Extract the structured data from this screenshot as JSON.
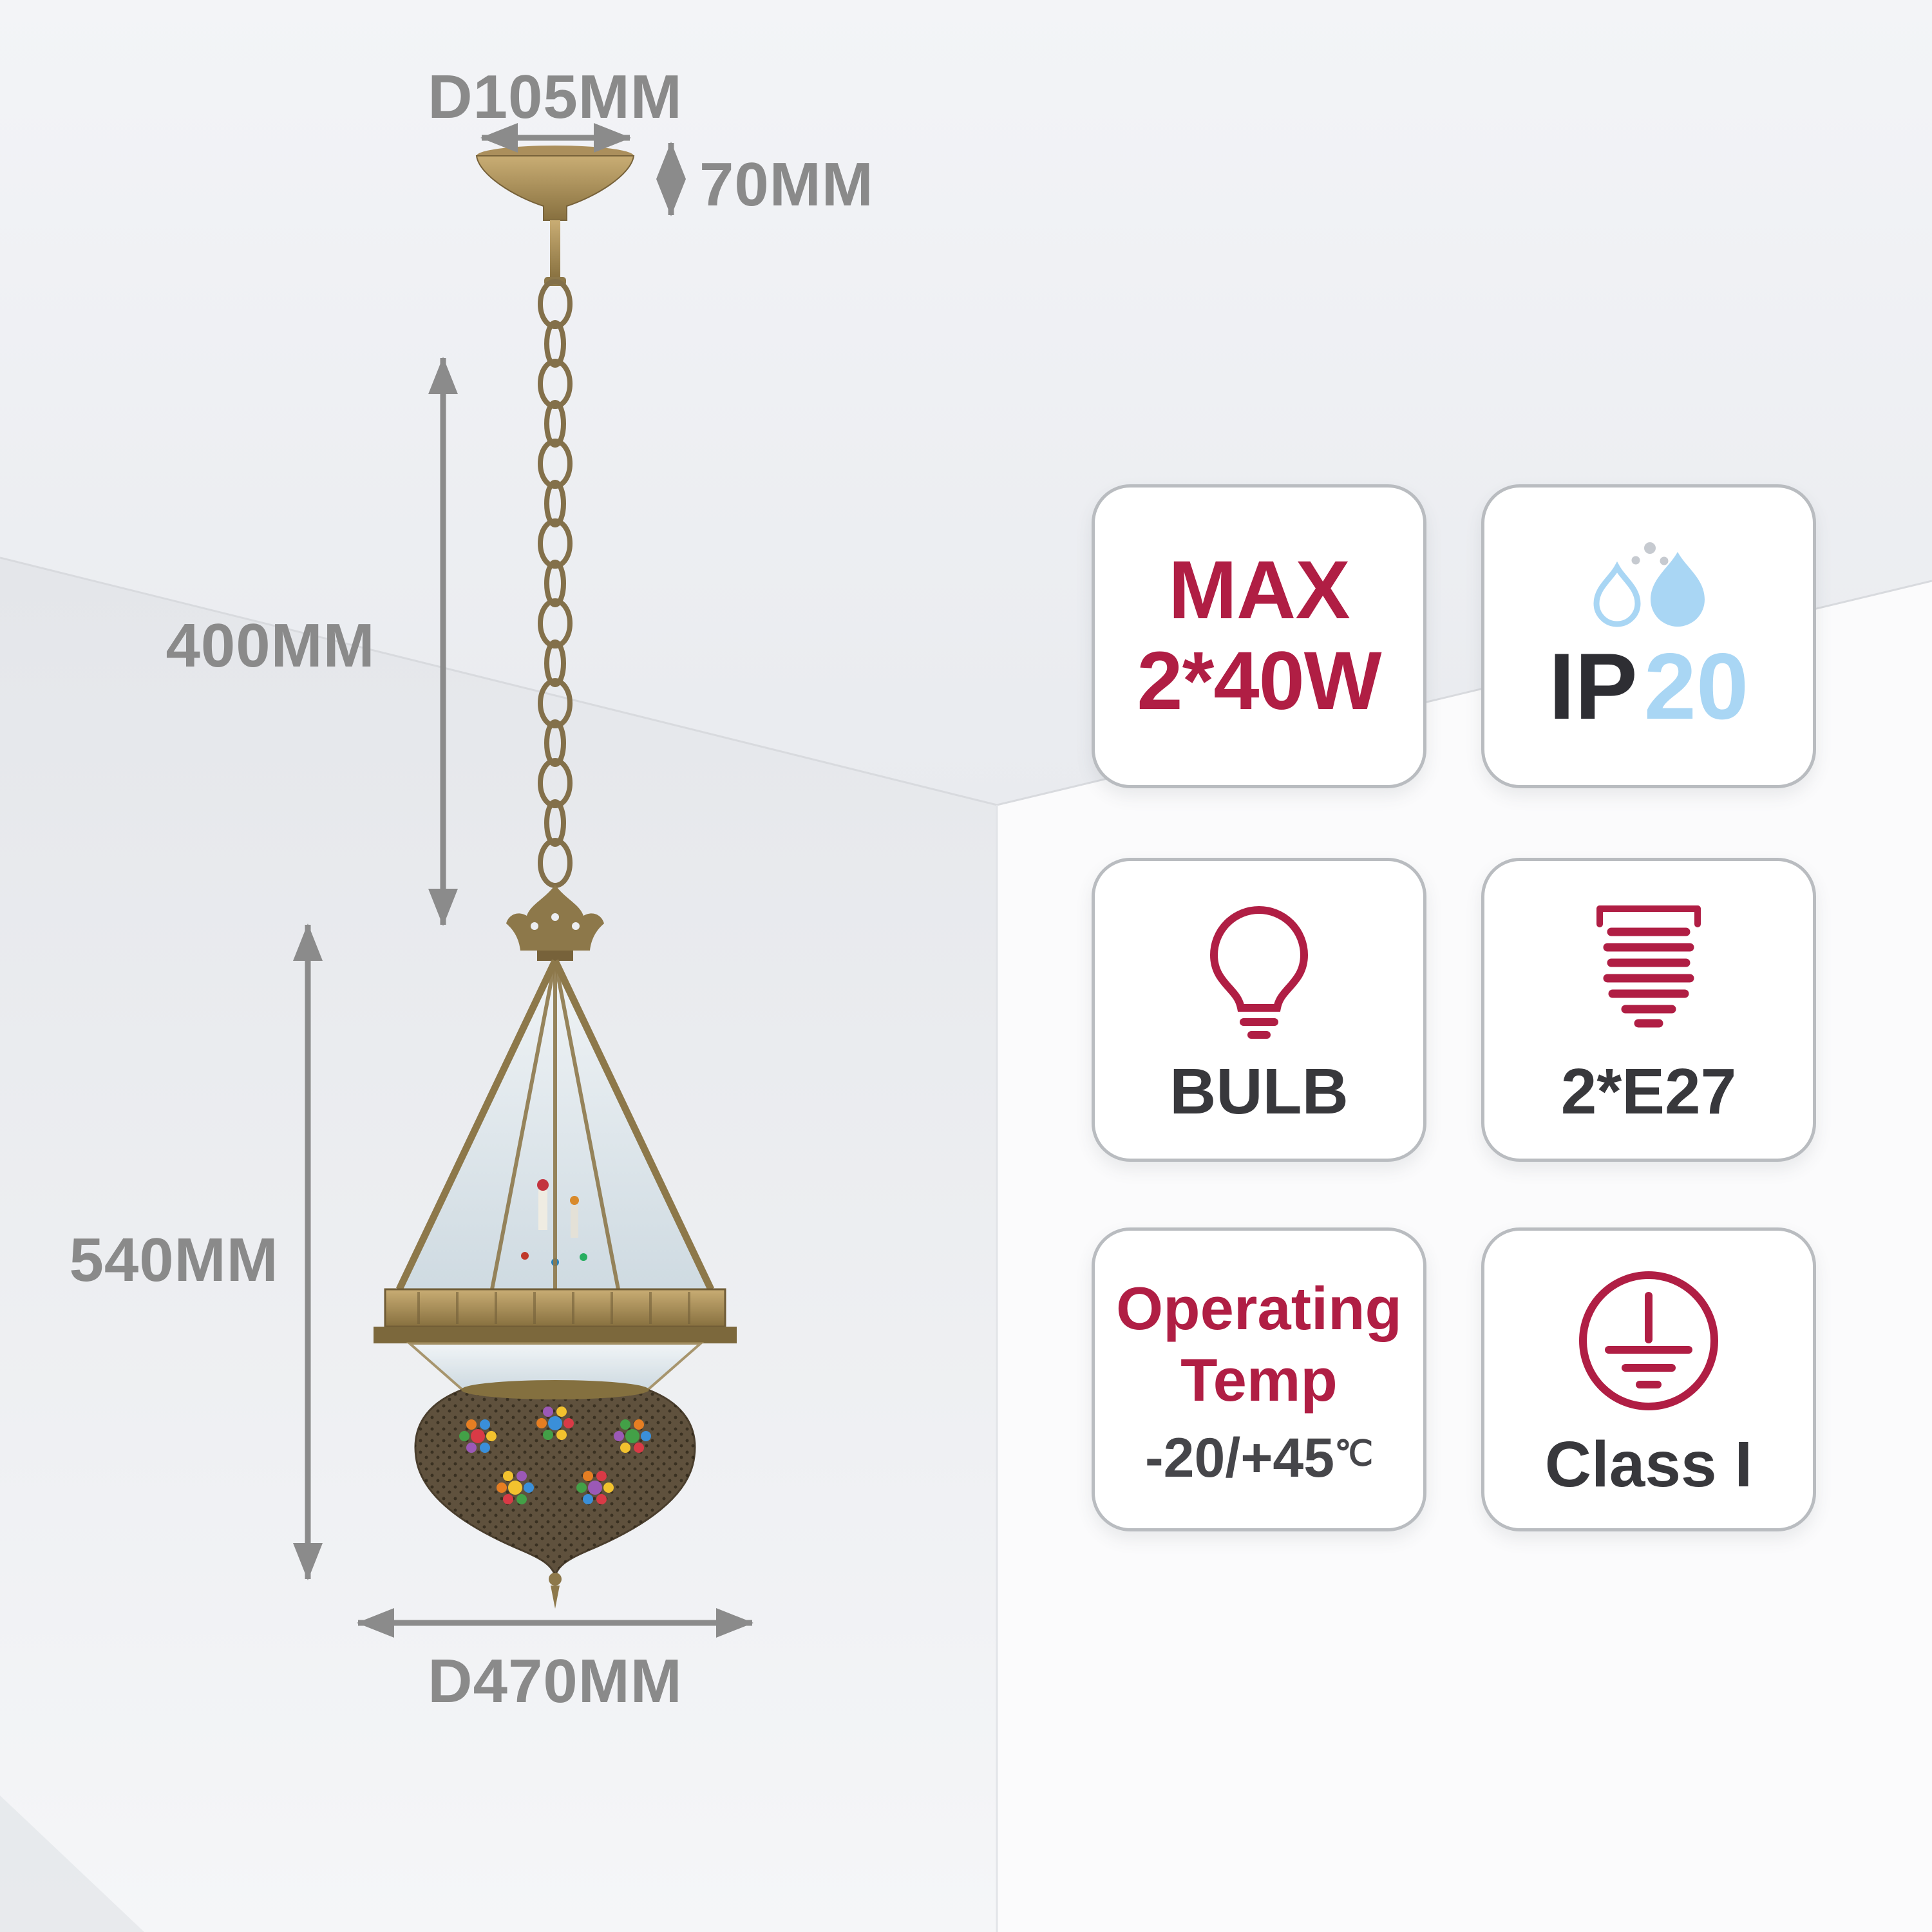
{
  "dimensions": {
    "canopy_diameter": "D105MM",
    "canopy_height": "70MM",
    "suspension_length": "400MM",
    "lamp_height": "540MM",
    "lamp_diameter": "D470MM"
  },
  "badges": {
    "max_power": {
      "line1": "MAX",
      "line2": "2*40W"
    },
    "ip_rating": {
      "prefix": "IP",
      "value": "20"
    },
    "bulb": {
      "label": "BULB"
    },
    "socket": {
      "label": "2*E27"
    },
    "operating_temp": {
      "title_line1": "Operating",
      "title_line2": "Temp",
      "value": "-20/+45",
      "unit": "℃"
    },
    "protection_class": {
      "label": "Class I"
    }
  },
  "icons": {
    "ip_rating": "water-drops-icon",
    "bulb": "bulb-icon",
    "socket": "e27-socket-icon",
    "protection_class": "earth-ground-icon"
  },
  "colors": {
    "accent_red": "#b01e44",
    "ip_blue": "#a9d6f4",
    "brass": "#8d784a",
    "dimension_gray": "#8a8a8a",
    "text_dark": "#38383c",
    "card_border": "#b9bcc0"
  }
}
